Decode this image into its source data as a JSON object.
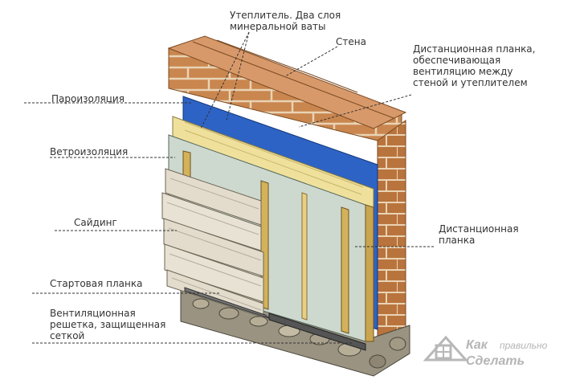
{
  "labels": {
    "insulation": "Утеплитель. Два слоя\nминеральной ваты",
    "wall": "Стена",
    "spacer_vent": "Дистанционная планка,\nобеспечивающая\nвентиляцию между\nстеной и утеплителем",
    "vapor_barrier": "Пароизоляция",
    "wind_barrier": "Ветроизоляция",
    "siding": "Сайдинг",
    "spacer": "Дистанционная\nпланка",
    "starter_strip": "Стартовая планка",
    "vent_grille": "Вентиляционная\nрешетка, защищенная\nсеткой"
  },
  "logo": {
    "line1": "Как",
    "line1b": "правильно",
    "line2": "Сделать"
  },
  "colors": {
    "brick": "#c9864e",
    "brick_dark": "#a8652f",
    "mortar": "#e9d3b4",
    "vapor": "#2d63c4",
    "insulation": "#efe19c",
    "wind": "#cdd9cf",
    "wood": "#d4b25a",
    "siding": "#e3dccd",
    "stone": "#9a9381"
  }
}
